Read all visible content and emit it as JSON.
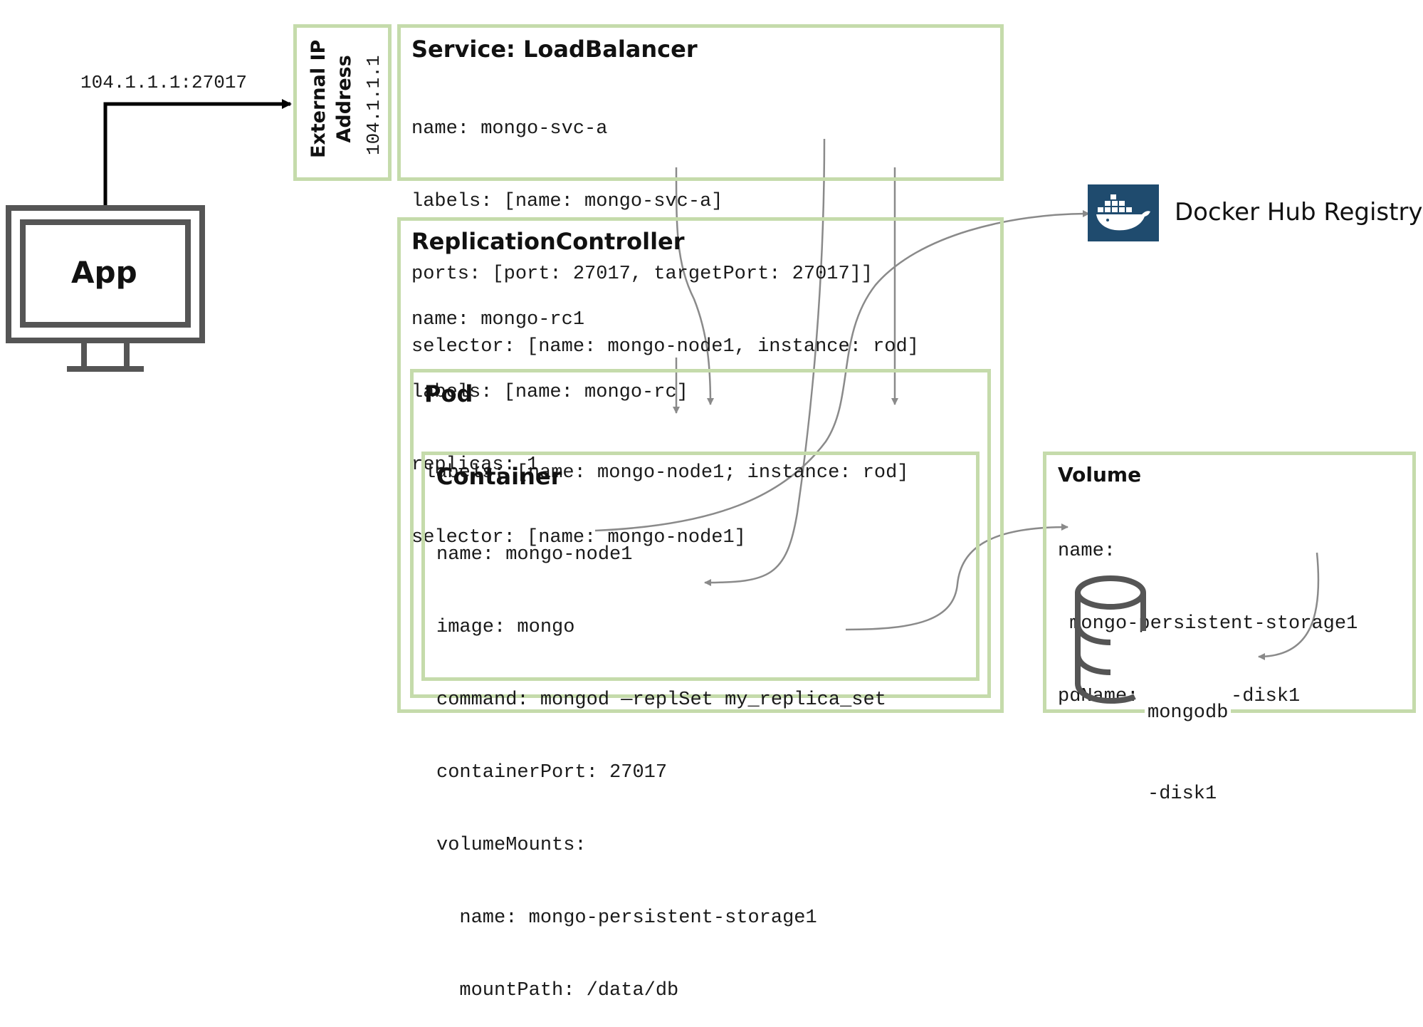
{
  "client": {
    "app_label": "App",
    "connection_label": "104.1.1.1:27017"
  },
  "external_ip": {
    "title_line1": "External IP",
    "title_line2": "Address",
    "value": "104.1.1.1"
  },
  "service": {
    "title": "Service: LoadBalancer",
    "lines": [
      "name: mongo-svc-a",
      "labels: [name: mongo-svc-a]",
      "ports: [port: 27017, targetPort: 27017]]",
      "selector: [name: mongo-node1, instance: rod]"
    ]
  },
  "replication_controller": {
    "title": "ReplicationController",
    "lines": [
      "name: mongo-rc1",
      "labels: [name: mongo-rc]",
      "replicas: 1",
      "selector: [name: mongo-node1]"
    ]
  },
  "pod": {
    "title": "Pod",
    "lines": [
      "labels: [name: mongo-node1; instance: rod]"
    ]
  },
  "container": {
    "title": "Container",
    "lines": [
      "name: mongo-node1",
      "image: mongo",
      "command: mongod —replSet my_replica_set",
      "containerPort: 27017",
      "volumeMounts:",
      "  name: mongo-persistent-storage1",
      "  mountPath: /data/db"
    ]
  },
  "registry": {
    "label": "Docker Hub Registry",
    "icon": "docker-whale-icon",
    "icon_bg": "#1f4b6e"
  },
  "volume": {
    "title": "Volume",
    "lines": [
      "name:",
      " mongo-persistent-storage1",
      "pdName: mongodb-disk1"
    ],
    "disk_label_line1": "mongodb",
    "disk_label_line2": "-disk1",
    "icon": "database-icon"
  },
  "colors": {
    "box_border": "#c5dbab",
    "arrow_gray": "#8a8a8a",
    "monitor": "#555555"
  }
}
